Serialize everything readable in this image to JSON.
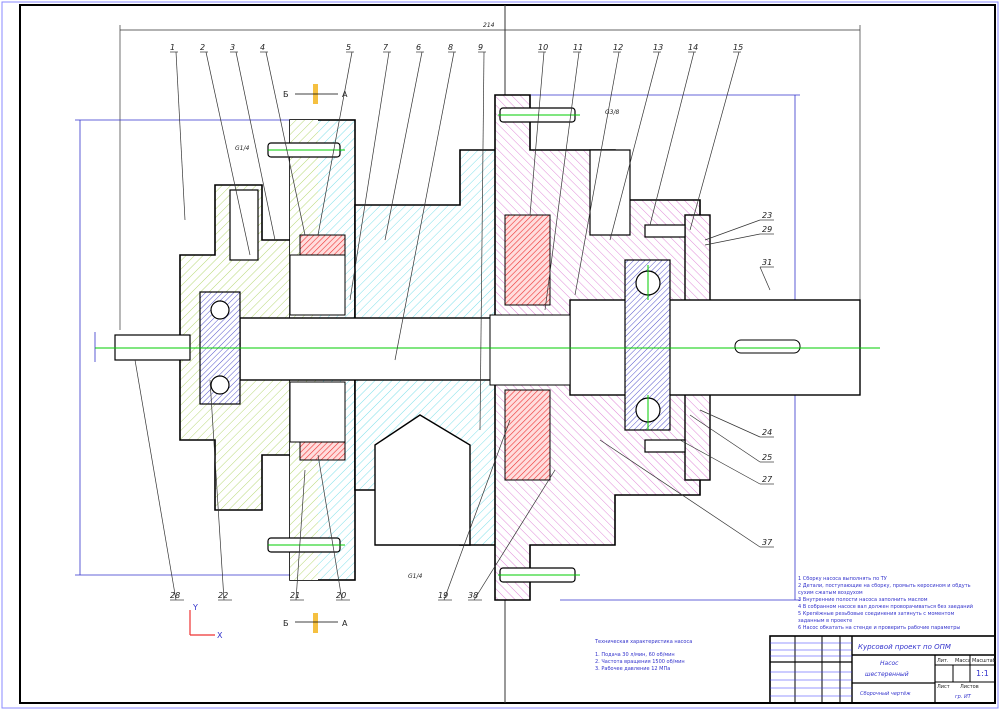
{
  "drawing": {
    "overall_dimension": "214",
    "section_letters": {
      "left": "Б",
      "right": "А"
    },
    "thread_labels": [
      "G1/4",
      "G3/8",
      "G1/4"
    ],
    "top_callouts": [
      "1",
      "2",
      "3",
      "4",
      "5",
      "7",
      "6",
      "8",
      "9",
      "10",
      "11",
      "12",
      "13",
      "14",
      "15"
    ],
    "right_callouts": [
      "23",
      "29",
      "31",
      "24",
      "25",
      "27",
      "37"
    ],
    "bottom_callouts": [
      "28",
      "22",
      "21",
      "20",
      "19",
      "38"
    ],
    "axes": {
      "y": "Y",
      "x": "X"
    },
    "colors": {
      "housing_left": "#b8d977",
      "housing_main": "#7fe0ea",
      "housing_right": "#e08ad8",
      "gear": "#e33",
      "centerline": "#0c0",
      "dimension": "#3333cc",
      "section_mark": "#f5c040"
    }
  },
  "notes": [
    "1 Сборку насоса выполнять по ТУ",
    "2 Детали, поступающие на сборку, промыть керосином и обдуть",
    "сухим сжатым воздухом",
    "3 Внутренние полости насоса заполнить маслом",
    "4 В собранном насосе вал должен проворачиваться без заеданий",
    "5 Крепёжные резьбовые соединения затянуть с моментом",
    "заданным в проекте",
    "6 Насос обкатать на стенде и проверить рабочие параметры"
  ],
  "tech_spec": {
    "title": "Техническая характеристика насоса",
    "items": [
      "1. Подача 30 л/мин, 60 об/мин",
      "2. Частота вращения 1500 об/мин",
      "3. Рабочее давление 12 МПа"
    ]
  },
  "title_block": {
    "project": "Курсовой проект по ОПМ",
    "name": "Насос",
    "subname": "шестеренный",
    "doc_type": "Сборочный чертёж",
    "scale": "1:1",
    "headers": [
      "Лит.",
      "Масса",
      "Масштаб"
    ],
    "sheet": "Лист",
    "sheets": "Листов",
    "org": "гр. ИТ"
  }
}
